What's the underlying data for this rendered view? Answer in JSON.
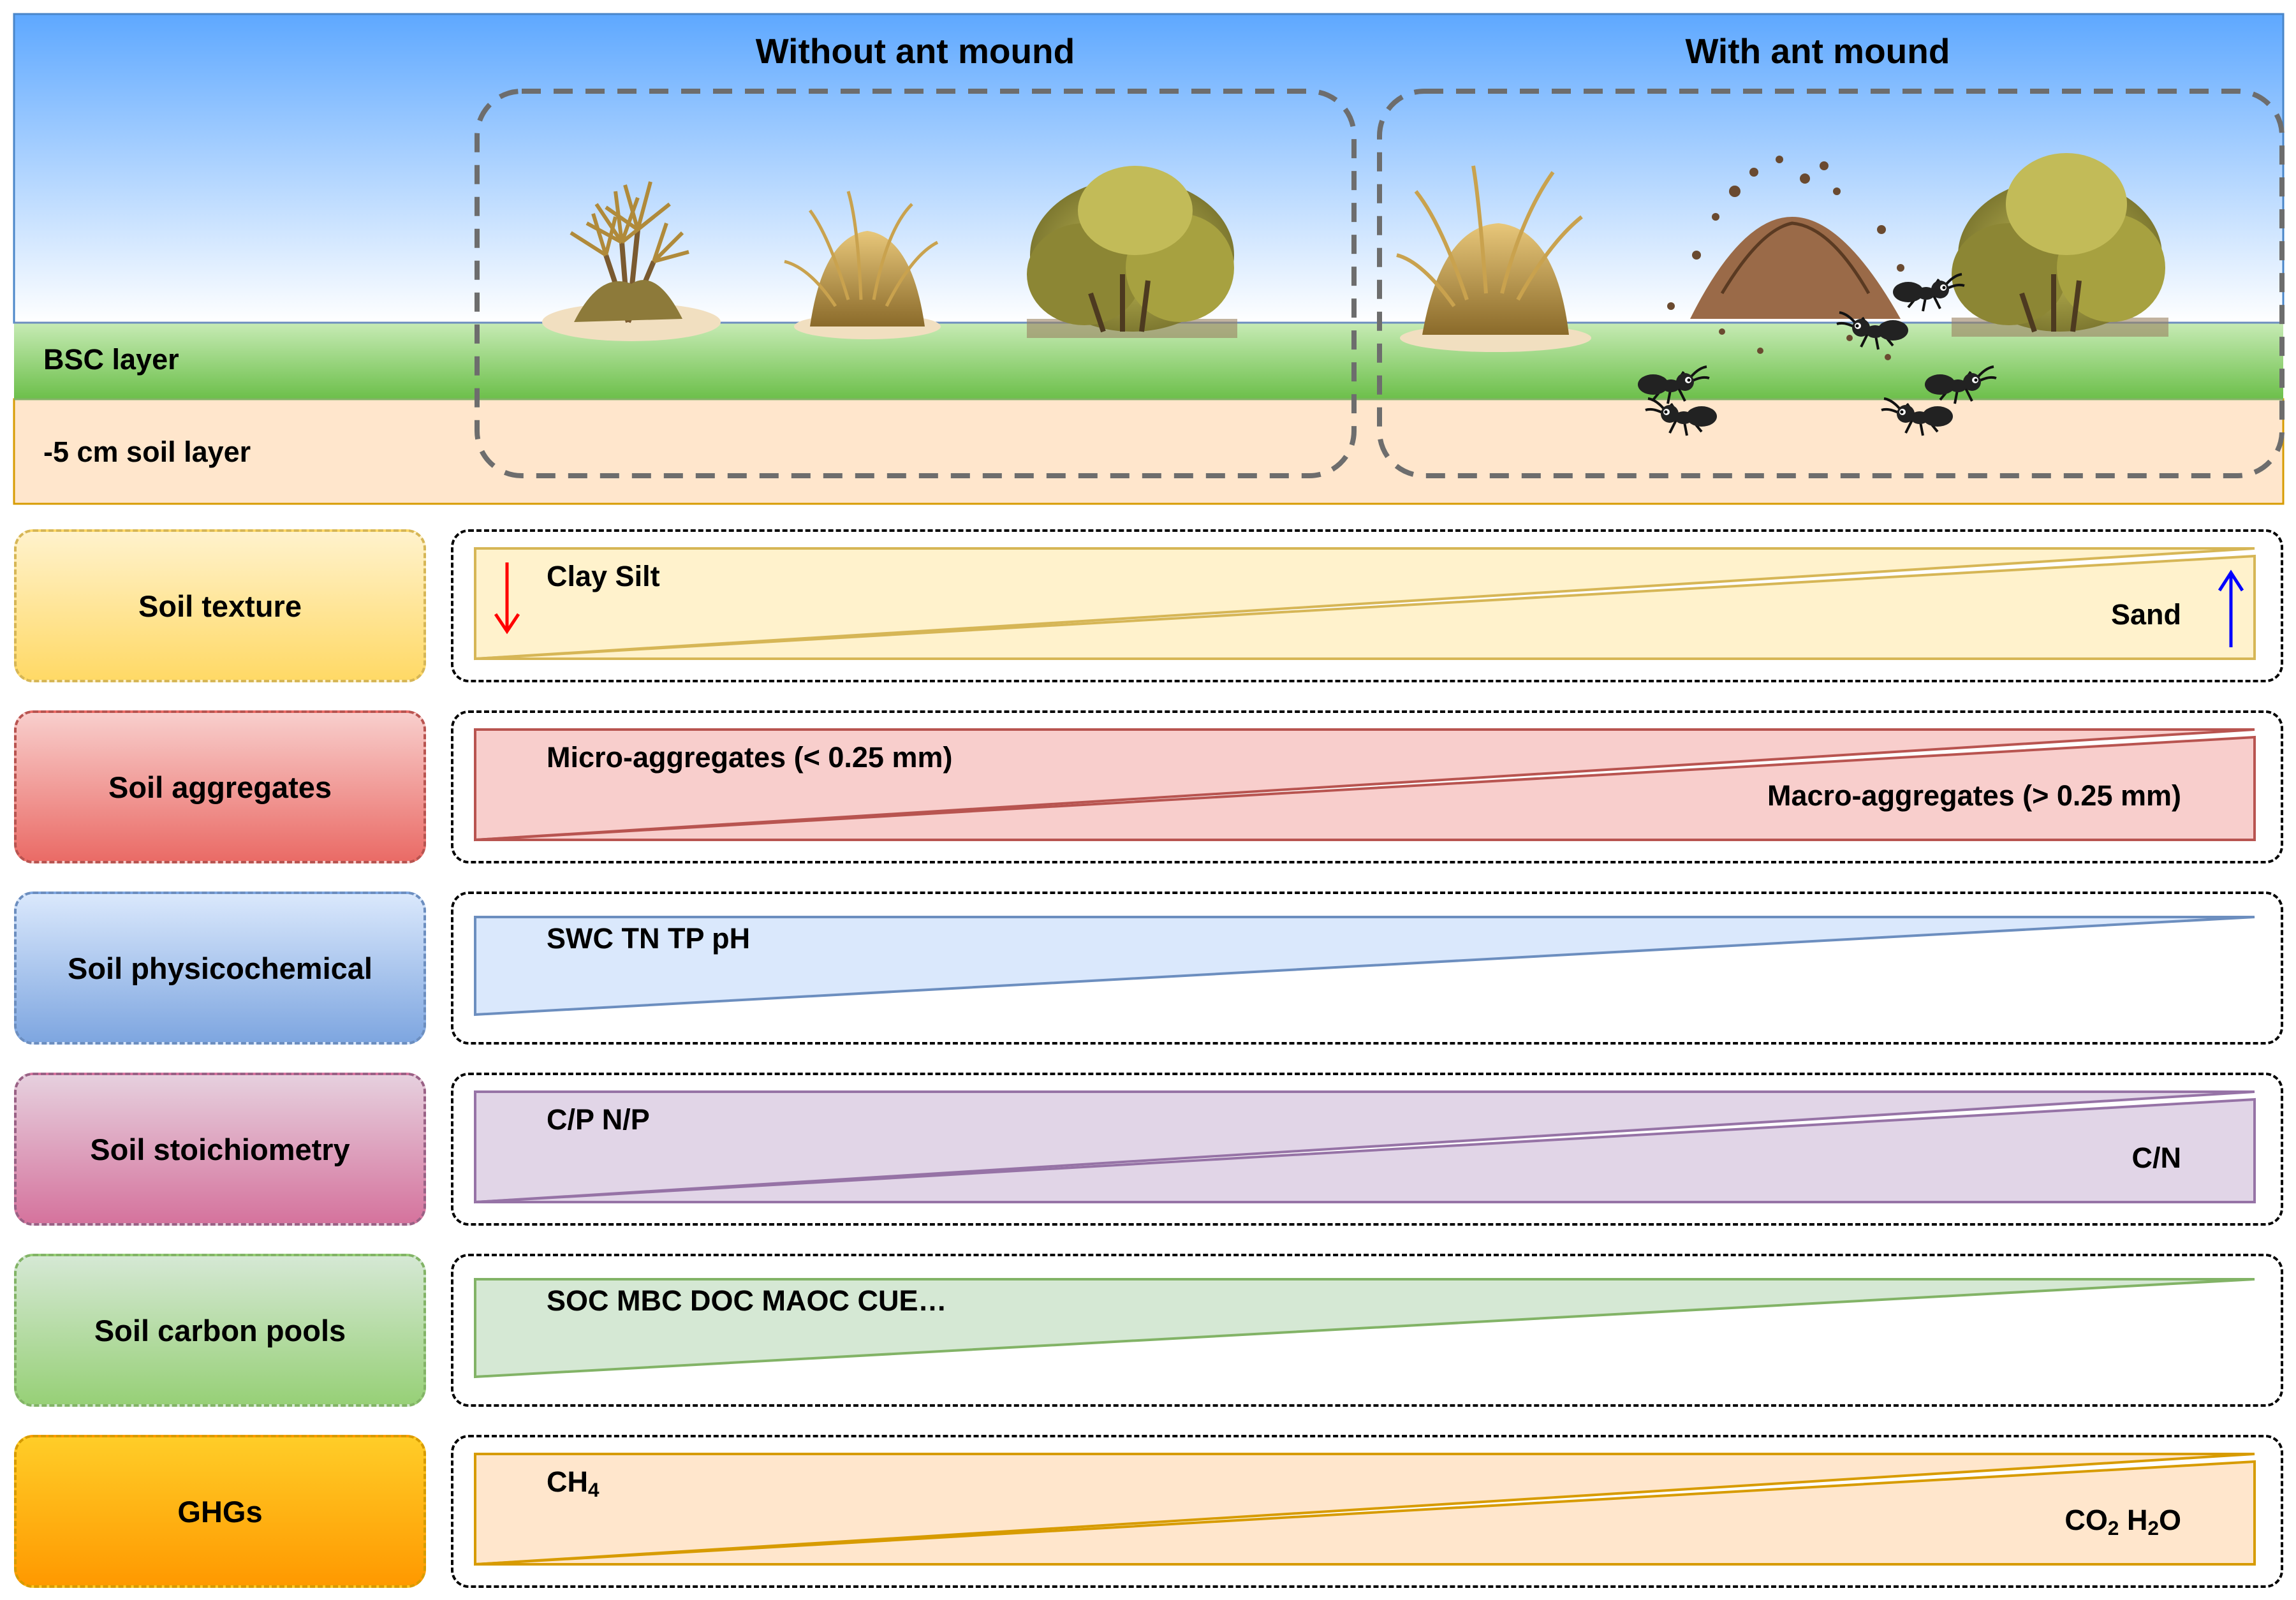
{
  "header": {
    "without_title": "Without ant mound",
    "with_title": "With ant mound",
    "bsc_label": "BSC layer",
    "soil_label": "-5 cm soil layer"
  },
  "rows": [
    {
      "category": "Soil texture",
      "left_text": "Clay Silt",
      "right_text": "Sand",
      "shape": "double",
      "fill": "#fff2cc",
      "stroke": "#d6b656",
      "box_top": "#fff2cc",
      "box_bottom": "#ffd966",
      "box_border": "#d6b656"
    },
    {
      "category": "Soil aggregates",
      "left_text": "Micro-aggregates (< 0.25 mm)",
      "right_text": "Macro-aggregates (> 0.25 mm)",
      "shape": "double",
      "fill": "#f8cecc",
      "stroke": "#b85450",
      "box_top": "#f8cecc",
      "box_bottom": "#ea6b66",
      "box_border": "#b85450"
    },
    {
      "category": "Soil physicochemical",
      "left_text": "SWC TN TP pH",
      "right_text": "",
      "shape": "single",
      "fill": "#dae8fc",
      "stroke": "#6c8ebf",
      "box_top": "#dae8fc",
      "box_bottom": "#7ea6e0",
      "box_border": "#6c8ebf"
    },
    {
      "category": "Soil stoichiometry",
      "left_text": "C/P N/P",
      "right_text": "C/N",
      "shape": "double",
      "fill": "#e1d5e7",
      "stroke": "#9673a6",
      "box_top": "#e6d0de",
      "box_bottom": "#d5739d",
      "box_border": "#996185"
    },
    {
      "category": "Soil carbon pools",
      "left_text": "SOC MBC DOC MAOC CUE…",
      "right_text": "",
      "shape": "single",
      "fill": "#d5e8d4",
      "stroke": "#82b366",
      "box_top": "#d5e8d4",
      "box_bottom": "#97d077",
      "box_border": "#82b366"
    },
    {
      "category": "GHGs",
      "left_text": "CH4",
      "right_text": "CO2 H2O",
      "shape": "double",
      "fill": "#ffe6cc",
      "stroke": "#d79b00",
      "box_top": "#ffcd28",
      "box_bottom": "#ff9900",
      "box_border": "#d79b00"
    }
  ],
  "icons": {
    "down_arrow": "down-arrow-icon",
    "up_arrow": "up-arrow-icon",
    "ant": "ant-icon",
    "plant": "plant-icon"
  },
  "colors": {
    "sky_top": "#5ea8ff",
    "sky_bottom": "#ffffff",
    "bsc_top": "#b9e4a6",
    "bsc_bottom": "#6cbf4a",
    "soil": "#ffe6cc",
    "soil_border": "#d79b00",
    "arrow_down": "#ff0000",
    "arrow_up": "#0000ff"
  }
}
